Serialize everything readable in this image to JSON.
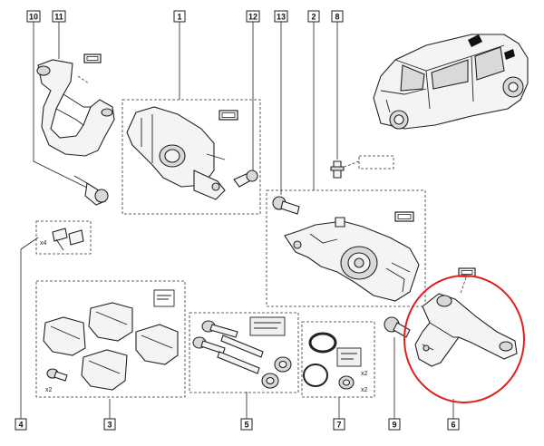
{
  "callouts": [
    {
      "id": "10",
      "label": "10"
    },
    {
      "id": "11",
      "label": "11"
    },
    {
      "id": "1",
      "label": "1"
    },
    {
      "id": "12",
      "label": "12"
    },
    {
      "id": "13",
      "label": "13"
    },
    {
      "id": "2",
      "label": "2"
    },
    {
      "id": "8",
      "label": "8"
    },
    {
      "id": "4",
      "label": "4"
    },
    {
      "id": "3",
      "label": "3"
    },
    {
      "id": "5",
      "label": "5"
    },
    {
      "id": "7",
      "label": "7"
    },
    {
      "id": "9",
      "label": "9"
    },
    {
      "id": "6",
      "label": "6"
    }
  ],
  "quantities": {
    "clips": "x4",
    "bolt_pads": "x2",
    "piston_seal": "x2",
    "boot": "x2"
  },
  "highlight_color": "#e0201b",
  "line_color": "#222222"
}
